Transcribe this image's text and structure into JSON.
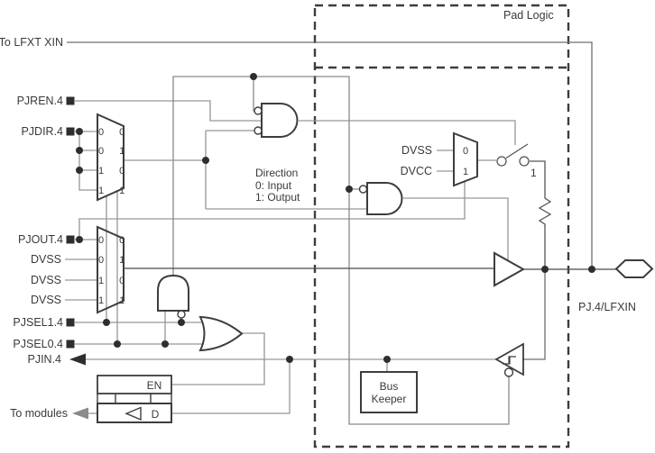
{
  "figure": {
    "region_label": "Pad Logic",
    "pin_label": "PJ.4/LFXIN"
  },
  "left_signals": {
    "to_lfxt": "To LFXT XIN",
    "pjren": "PJREN.4",
    "pjdir": "PJDIR.4",
    "pjout": "PJOUT.4",
    "dvss_a": "DVSS",
    "dvss_b": "DVSS",
    "dvss_c": "DVSS",
    "pjsel1": "PJSEL1.4",
    "pjsel0": "PJSEL0.4",
    "pjin": "PJIN.4",
    "to_modules": "To modules"
  },
  "direction_note": {
    "title": "Direction",
    "opt0": "0: Input",
    "opt1": "1: Output"
  },
  "dir_mux": {
    "rows": [
      "0 0",
      "0 1",
      "1 0",
      "1 1"
    ]
  },
  "out_mux": {
    "rows": [
      "0 0",
      "0 1",
      "1 0",
      "1 1"
    ]
  },
  "pull_mux": {
    "in0_label": "DVSS",
    "in1_label": "DVCC",
    "sel0": "0",
    "sel1": "1"
  },
  "pull_switch": {
    "closed_label": "1"
  },
  "input_latch": {
    "en": "EN",
    "d": "D"
  },
  "bus_keeper": {
    "line1": "Bus",
    "line2": "Keeper"
  },
  "palette": {
    "outline": "#3d3d3d",
    "wire": "#969696",
    "dark_wire": "#4b4b4b",
    "background": "#ffffff"
  }
}
